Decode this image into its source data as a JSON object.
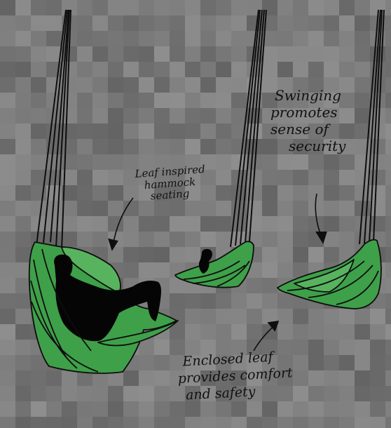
{
  "annotations": {
    "leaf": [
      "Leaf inspired",
      "hammock",
      "seating"
    ],
    "swing": [
      "Swinging",
      "promotes",
      "sense of",
      "security"
    ],
    "enclosed": [
      "Enclosed leaf",
      "provides comfort",
      "and safety"
    ]
  },
  "colors": {
    "background": "#7b7b7b",
    "hammock_fill": "#3fa04a",
    "hammock_light": "#58b35f",
    "outline": "#0e0e0e",
    "figure": "#050505"
  },
  "icons": [
    "leaf-hammock",
    "seated-person-silhouette",
    "child-silhouette",
    "arrow"
  ]
}
